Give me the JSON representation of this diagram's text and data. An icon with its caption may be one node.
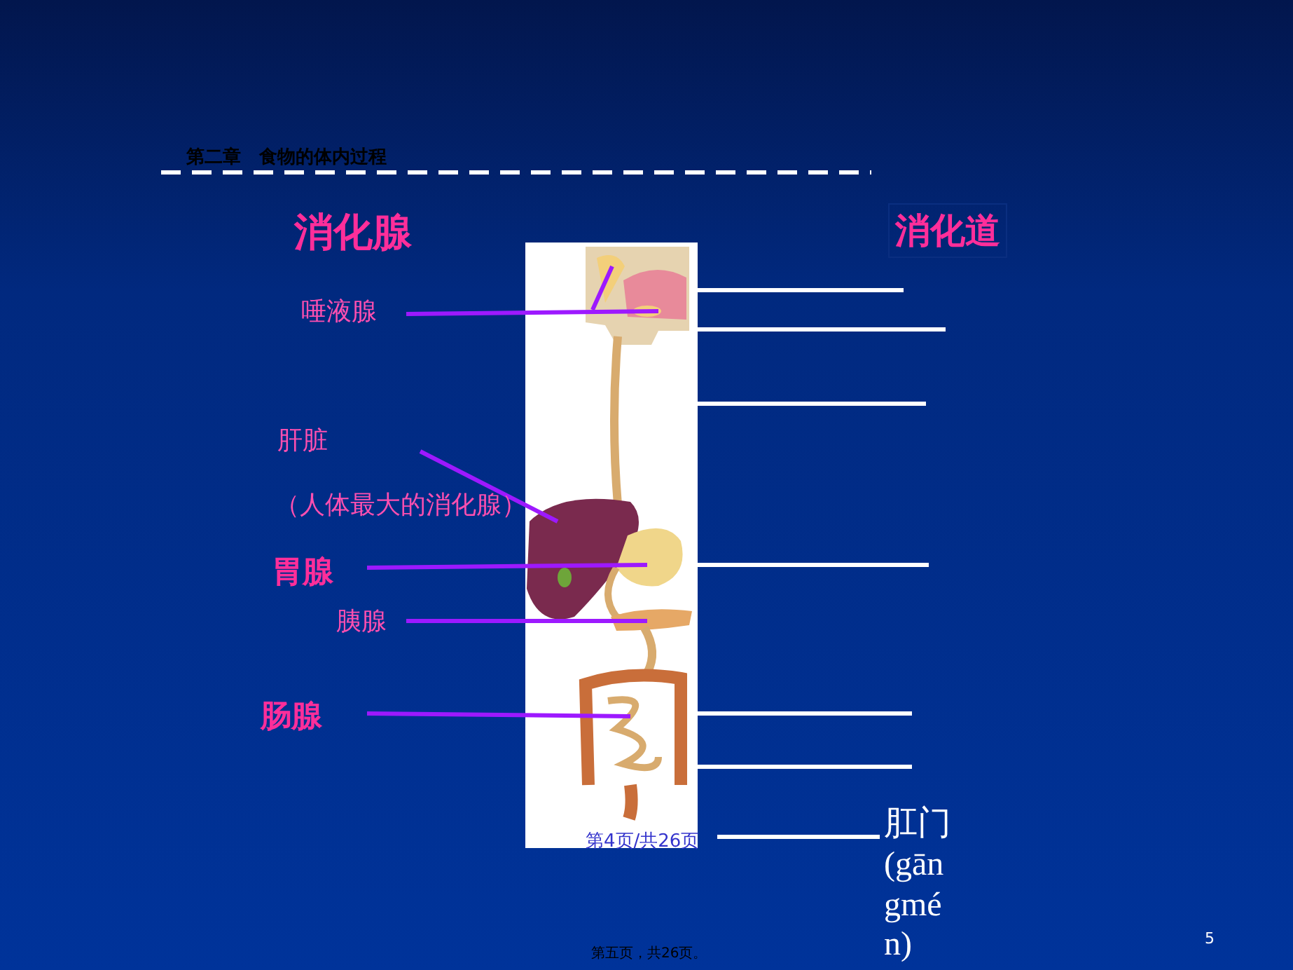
{
  "diagram": {
    "title": "第二章　食物的体内过程",
    "nodes": [
      {
        "text": [
          "唾液腺"
        ]
      },
      {
        "text": [
          "肝脏",
          "（人体最大的消化腺）"
        ]
      },
      {
        "text": [
          "胃腺"
        ]
      },
      {
        "text": [
          "胰腺"
        ]
      },
      {
        "text": [
          "肠腺"
        ]
      },
      {
        "text": [
          "肛门",
          "(gāngmén)"
        ]
      }
    ],
    "edges": [
      {
        "from": 0,
        "to": null,
        "arrow": "none"
      },
      {
        "from": 1,
        "to": null,
        "arrow": "none"
      },
      {
        "from": 2,
        "to": null,
        "arrow": "none"
      },
      {
        "from": 3,
        "to": null,
        "arrow": "none"
      },
      {
        "from": 4,
        "to": null,
        "arrow": "none"
      },
      {
        "from": 5,
        "to": null,
        "arrow": "none",
        "color": "#ffffff"
      }
    ],
    "labels": [
      "消化腺",
      "消化道",
      "第4页/共26页",
      "第五页，共26页。",
      "5"
    ]
  }
}
